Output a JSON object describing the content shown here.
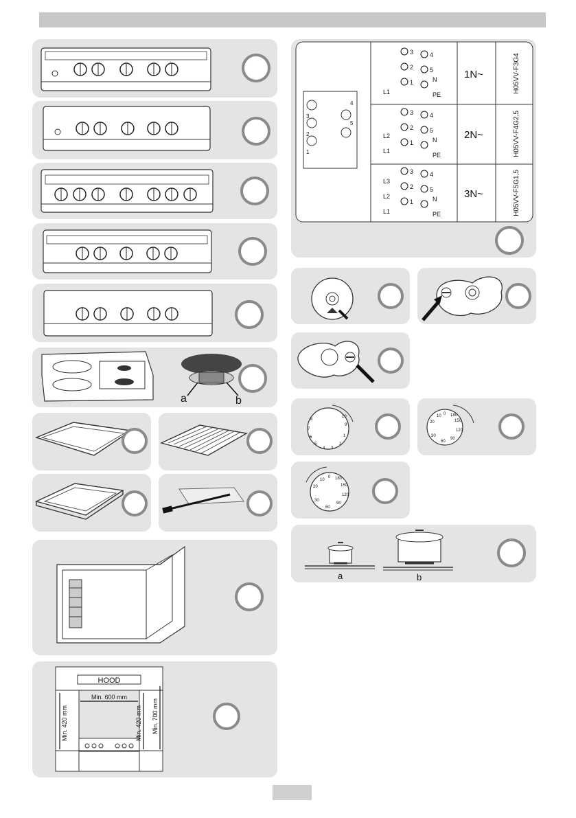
{
  "wiring": {
    "rows": [
      {
        "terminals": [
          "3",
          "2",
          "1",
          "4",
          "5"
        ],
        "lines": [
          "L1"
        ],
        "n": "N",
        "pe": "PE",
        "phase": "1N~",
        "cable": "H05VV-F3G4"
      },
      {
        "terminals": [
          "3",
          "2",
          "1",
          "4",
          "5"
        ],
        "lines": [
          "L2",
          "L1"
        ],
        "n": "N",
        "pe": "PE",
        "phase": "2N~",
        "cable": "H05VV-F4G2,5"
      },
      {
        "terminals": [
          "3",
          "2",
          "1",
          "4",
          "5"
        ],
        "lines": [
          "L3",
          "L2",
          "L1"
        ],
        "n": "N",
        "pe": "PE",
        "phase": "3N~",
        "cable": "H05VV-F5G1,5"
      }
    ],
    "block_numbers": [
      "3",
      "2",
      "1",
      "4",
      "5"
    ]
  },
  "burner": {
    "label_a": "a",
    "label_b": "b"
  },
  "pots": {
    "label_a": "a",
    "label_b": "b"
  },
  "dial_large": {
    "ticks": [
      "7",
      "6",
      "5",
      "4",
      "3",
      "2",
      "1",
      "8",
      "9",
      "10"
    ]
  },
  "dial_small": {
    "ticks": [
      "20",
      "10",
      "0",
      "180",
      "150",
      "120",
      "90",
      "60",
      "30"
    ]
  },
  "dial_third": {
    "ticks": [
      "20",
      "10",
      "0",
      "180",
      "150",
      "120",
      "90",
      "60",
      "30"
    ]
  },
  "installation": {
    "hood": "HOOD",
    "min_600": "Min. 600 mm",
    "min_420_left": "Min. 420 mm",
    "min_420_right": "Min. 420 mm",
    "min_700": "Min. 700 mm"
  }
}
